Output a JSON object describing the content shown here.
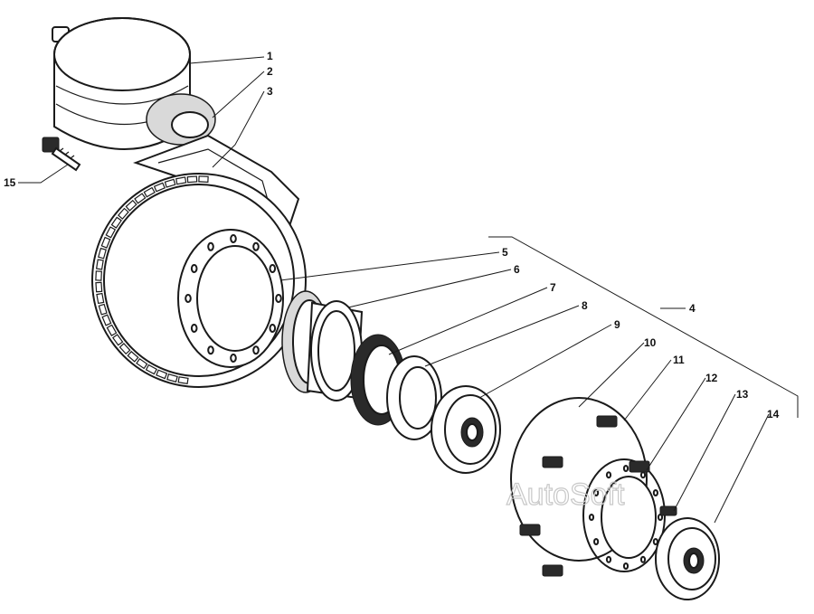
{
  "callouts": [
    "1",
    "2",
    "3",
    "4",
    "5",
    "6",
    "7",
    "8",
    "9",
    "10",
    "11",
    "12",
    "13",
    "14",
    "15"
  ],
  "watermark": "AutoSoft"
}
